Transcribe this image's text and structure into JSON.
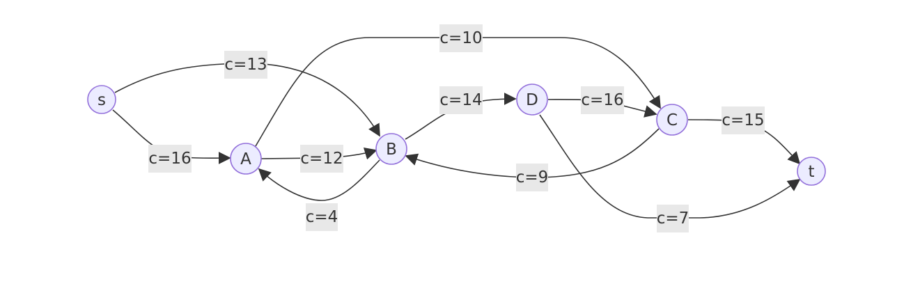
{
  "diagram": {
    "nodes": {
      "s": "s",
      "A": "A",
      "B": "B",
      "D": "D",
      "C": "C",
      "t": "t"
    },
    "edges": [
      {
        "from": "s",
        "to": "B",
        "label": "c=13"
      },
      {
        "from": "s",
        "to": "A",
        "label": "c=16"
      },
      {
        "from": "A",
        "to": "B",
        "label": "c=12"
      },
      {
        "from": "A",
        "to": "C",
        "label": "c=10"
      },
      {
        "from": "B",
        "to": "A",
        "label": "c=4"
      },
      {
        "from": "B",
        "to": "D",
        "label": "c=14"
      },
      {
        "from": "D",
        "to": "C",
        "label": "c=16"
      },
      {
        "from": "C",
        "to": "B",
        "label": "c=9"
      },
      {
        "from": "C",
        "to": "t",
        "label": "c=15"
      },
      {
        "from": "D",
        "to": "t",
        "label": "c=7"
      }
    ],
    "colors": {
      "node_fill": "#ececff",
      "node_stroke": "#9370db",
      "edge": "#333333",
      "edge_label_background": "#e8e8e8",
      "text": "#333333"
    }
  }
}
